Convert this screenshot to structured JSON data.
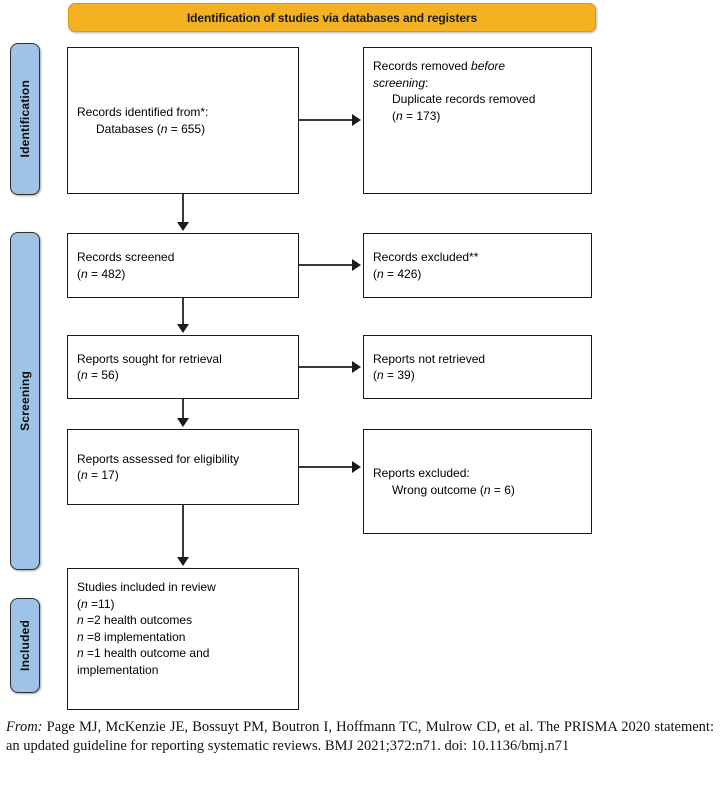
{
  "banner": {
    "title": "Identification of studies via databases and registers",
    "color": "#F4B223"
  },
  "phases": [
    {
      "id": "identification",
      "label": "Identification",
      "color": "#9DC3E6"
    },
    {
      "id": "screening",
      "label": "Screening",
      "color": "#9DC3E6"
    },
    {
      "id": "included",
      "label": "Included",
      "color": "#9DC3E6"
    }
  ],
  "boxes": {
    "identified": {
      "line1": "Records identified from*:",
      "line2": "Databases (",
      "line2_n": "n",
      "line2_rest": " = 655)"
    },
    "removed": {
      "line1a": "Records removed ",
      "line1b": "before",
      "line2a": "screening",
      "line2b": ":",
      "line3": "Duplicate records removed",
      "line4_n": "n",
      "line4_rest": " = 173)"
    },
    "screened": {
      "line1": "Records screened",
      "line2_n": "n",
      "line2_rest": " = 482)"
    },
    "excluded": {
      "line1": "Records excluded**",
      "line2_n": "n",
      "line2_rest": " = 426)"
    },
    "sought": {
      "line1": "Reports sought for retrieval",
      "line2_n": "n",
      "line2_rest": " = 56)"
    },
    "not_retrieved": {
      "line1": "Reports not retrieved",
      "line2_n": "n",
      "line2_rest": " = 39)"
    },
    "assessed": {
      "line1": "Reports assessed for eligibility",
      "line2_n": "n",
      "line2_rest": " = 17)"
    },
    "reports_excluded": {
      "line1": "Reports excluded:",
      "line2a": "Wrong outcome (",
      "line2_n": "n",
      "line2_rest": " = 6)"
    },
    "included": {
      "line1": "Studies included in review",
      "line2_n": "n",
      "line2_rest": " =11)",
      "line3_n": "n",
      "line3_rest": " =2 health outcomes",
      "line4_n": "n",
      "line4_rest": " =8 implementation",
      "line5_n": "n",
      "line5_rest": " =1 health outcome and",
      "line6": "implementation"
    }
  },
  "footer": {
    "from_label": "From:",
    "citation": "  Page MJ, McKenzie JE, Bossuyt PM, Boutron I, Hoffmann TC, Mulrow CD, et al. The PRISMA 2020 statement: an updated guideline for reporting systematic reviews. BMJ 2021;372:n71. doi: 10.1136/bmj.n71"
  }
}
